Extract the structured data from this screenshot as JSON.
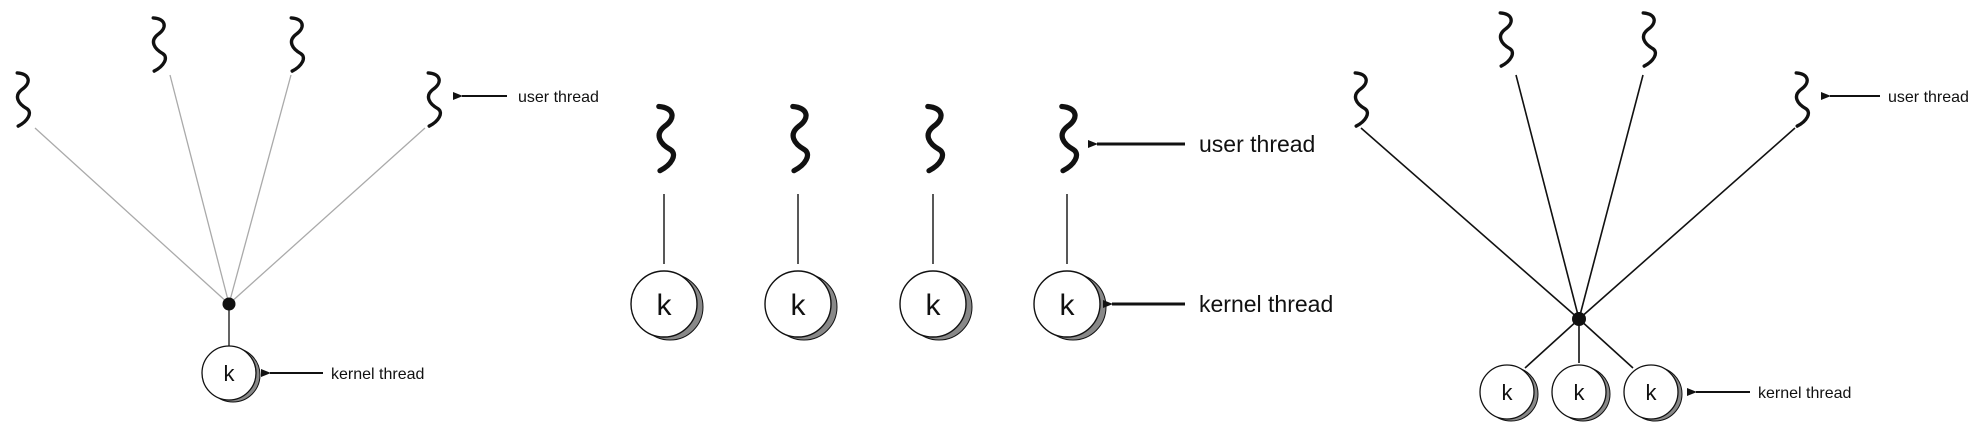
{
  "many_to_one": {
    "user_label": "user thread",
    "kernel_label": "kernel thread",
    "kernel_letter": "k"
  },
  "one_to_one": {
    "user_label": "user thread",
    "kernel_label": "kernel thread",
    "kernel_letters": [
      "k",
      "k",
      "k",
      "k"
    ]
  },
  "many_to_many": {
    "user_label": "user thread",
    "kernel_label": "kernel thread",
    "kernel_letters": [
      "k",
      "k",
      "k"
    ]
  },
  "colors": {
    "ink": "#111111",
    "light_line": "#aaaaaa",
    "shadow": "#888888"
  }
}
